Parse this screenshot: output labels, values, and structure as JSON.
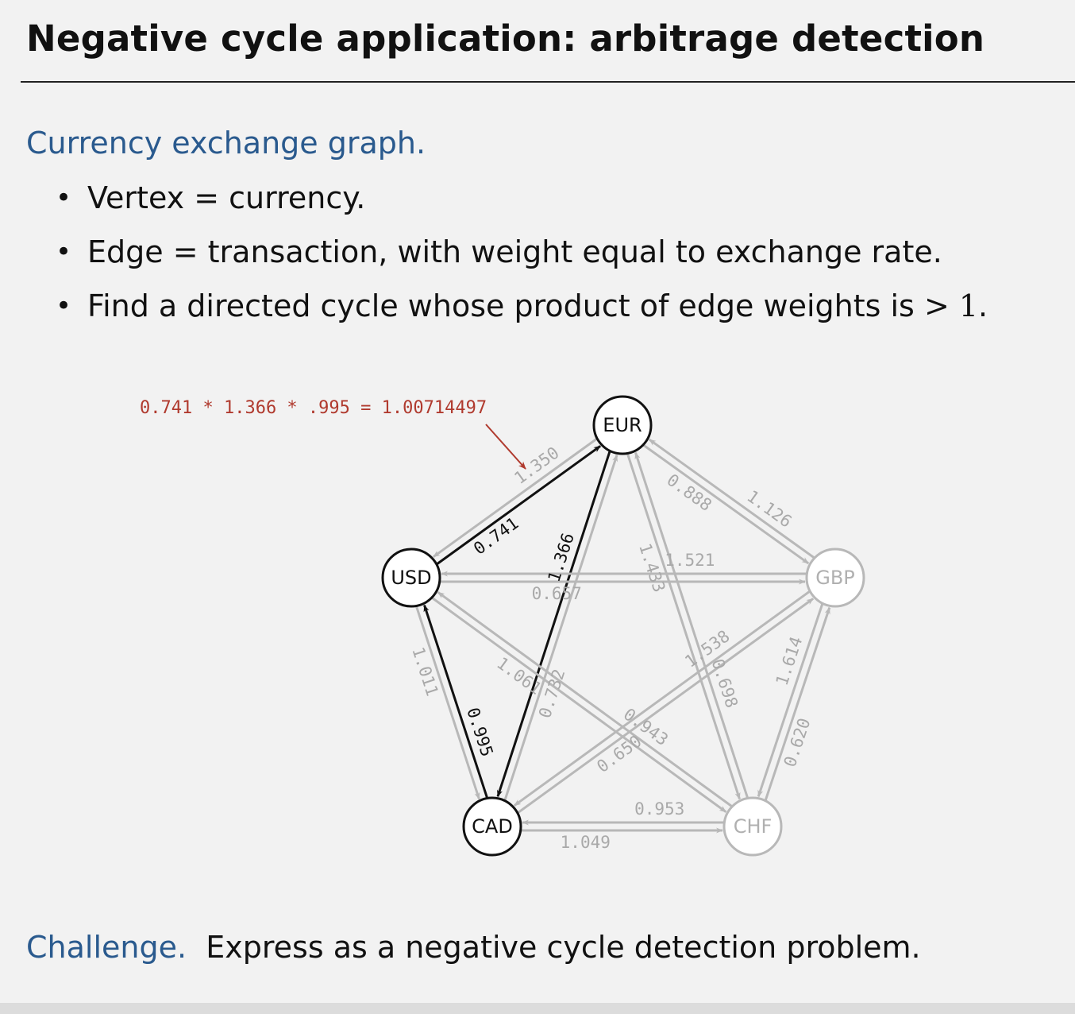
{
  "title": "Negative cycle application:  arbitrage detection",
  "heading": "Currency exchange graph.",
  "bullets": [
    {
      "dot": "•",
      "text": "Vertex = currency."
    },
    {
      "dot": "•",
      "text": "Edge = transaction, with weight equal to exchange rate."
    },
    {
      "dot": "•",
      "text": "Find a directed cycle whose product of edge weights is ",
      "math": "> 1",
      "tail": "."
    }
  ],
  "annotation": "0.741 * 1.366 * .995 = 1.00714497",
  "nodes": [
    {
      "id": "EUR",
      "label": "EUR",
      "highlight": true
    },
    {
      "id": "USD",
      "label": "USD",
      "highlight": true
    },
    {
      "id": "GBP",
      "label": "GBP",
      "highlight": false
    },
    {
      "id": "CAD",
      "label": "CAD",
      "highlight": true
    },
    {
      "id": "CHF",
      "label": "CHF",
      "highlight": false
    }
  ],
  "edges": [
    {
      "from": "USD",
      "to": "EUR",
      "weight": "0.741",
      "highlight": true
    },
    {
      "from": "EUR",
      "to": "USD",
      "weight": "1.350",
      "highlight": false
    },
    {
      "from": "EUR",
      "to": "CAD",
      "weight": "1.366",
      "highlight": true
    },
    {
      "from": "CAD",
      "to": "EUR",
      "weight": "0.732",
      "highlight": false
    },
    {
      "from": "CAD",
      "to": "USD",
      "weight": "0.995",
      "highlight": true
    },
    {
      "from": "USD",
      "to": "CAD",
      "weight": "1.011",
      "highlight": false
    },
    {
      "from": "EUR",
      "to": "GBP",
      "weight": "0.888",
      "highlight": false
    },
    {
      "from": "GBP",
      "to": "EUR",
      "weight": "1.126",
      "highlight": false
    },
    {
      "from": "EUR",
      "to": "CHF",
      "weight": "1.433",
      "highlight": false
    },
    {
      "from": "CHF",
      "to": "EUR",
      "weight": "0.698",
      "highlight": false
    },
    {
      "from": "USD",
      "to": "GBP",
      "weight": "0.657",
      "highlight": false
    },
    {
      "from": "GBP",
      "to": "USD",
      "weight": "1.521",
      "highlight": false
    },
    {
      "from": "USD",
      "to": "CHF",
      "weight": "1.061",
      "highlight": false
    },
    {
      "from": "CHF",
      "to": "USD",
      "weight": "0.943",
      "highlight": false
    },
    {
      "from": "GBP",
      "to": "CAD",
      "weight": "1.538",
      "highlight": false
    },
    {
      "from": "CAD",
      "to": "GBP",
      "weight": "0.650",
      "highlight": false
    },
    {
      "from": "GBP",
      "to": "CHF",
      "weight": "1.614",
      "highlight": false
    },
    {
      "from": "CHF",
      "to": "GBP",
      "weight": "0.620",
      "highlight": false
    },
    {
      "from": "CAD",
      "to": "CHF",
      "weight": "1.049",
      "highlight": false
    },
    {
      "from": "CHF",
      "to": "CAD",
      "weight": "0.953",
      "highlight": false
    }
  ],
  "colors": {
    "highlight": "#111111",
    "muted": "#b8b8b8",
    "annotation": "#b03a2e",
    "accent": "#2a5a8e"
  },
  "challenge": {
    "label": "Challenge.",
    "text": "Express as a negative cycle detection problem."
  }
}
